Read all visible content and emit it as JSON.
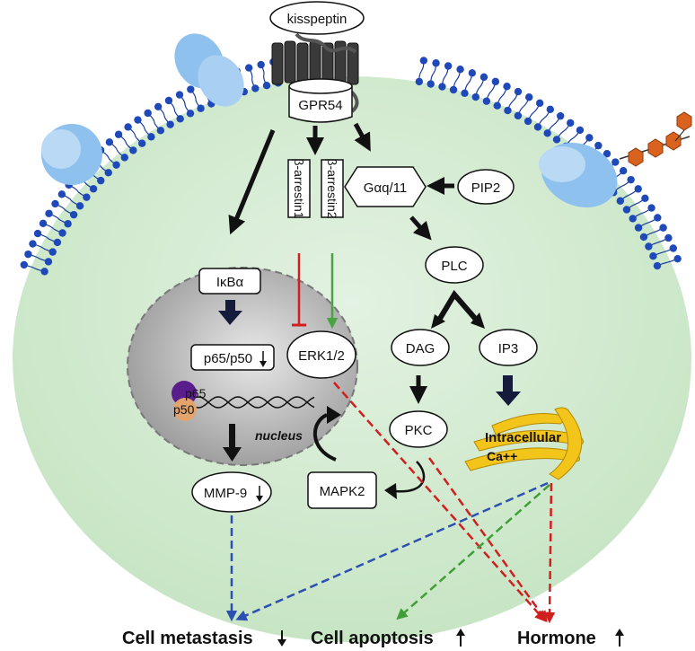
{
  "labels": {
    "ligand": "kisspeptin",
    "receptor": "GPR54",
    "arrestin1": "β-arrestin1",
    "arrestin2": "β-arrestin2",
    "gaq": "Gαq/11",
    "pip2": "PIP2",
    "plc": "PLC",
    "dag": "DAG",
    "ip3": "IP3",
    "pkc": "PKC",
    "ca_line1": "Intracellular",
    "ca_line2": "Ca++",
    "ikba": "IκBα",
    "p65p50": "p65/p50",
    "p65": "p65",
    "p50": "p50",
    "erk": "ERK1/2",
    "nucleus": "nucleus",
    "mapk2": "MAPK2",
    "mmp9": "MMP-9"
  },
  "outcomes": {
    "metastasis": "Cell metastasis",
    "apoptosis": "Cell apoptosis",
    "hormone": "Hormone"
  },
  "colors": {
    "cell": "#d4ebd2",
    "membrane_head": "#1f49b8",
    "membrane_tail": "#1a3d99",
    "protein": "#8fc1ee",
    "er": "#f3c419",
    "nucleus": "#b5b5b5",
    "inhibit": "#d11f1f",
    "activate": "#4aa340",
    "metastasis_arrow": "#2c4fb3",
    "apoptosis_arrow": "#3f9f36",
    "hormone_arrow": "#d11f1f",
    "p65": "#5a1d8c",
    "p50": "#e2a46c",
    "hexagon_chain": "#d9631e"
  }
}
